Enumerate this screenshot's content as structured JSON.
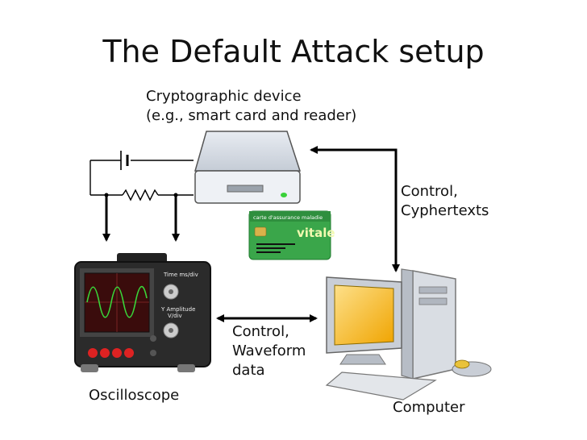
{
  "title": "The Default Attack setup",
  "labels": {
    "device_line1": "Cryptographic device",
    "device_line2": "(e.g., smart card and reader)",
    "control_cyph_line1": "Control,",
    "control_cyph_line2": "Cyphertexts",
    "control_wave_line1": "Control,",
    "control_wave_line2": "Waveform",
    "control_wave_line3": "data",
    "oscilloscope": "Oscilloscope",
    "computer": "Computer"
  },
  "card": {
    "header": "carte d'assurance maladie",
    "brand": "vitale"
  },
  "oscilloscope_panel": {
    "time_label": "Time ms/div",
    "amp_label_line1": "Y Amplitude",
    "amp_label_line2": "V/div"
  },
  "colors": {
    "card_green": "#3aa64a",
    "monitor_yellow": "#f5c518",
    "scope_body": "#2b2b2b",
    "scope_screen": "#3a0c0c",
    "arrow": "#000000"
  }
}
